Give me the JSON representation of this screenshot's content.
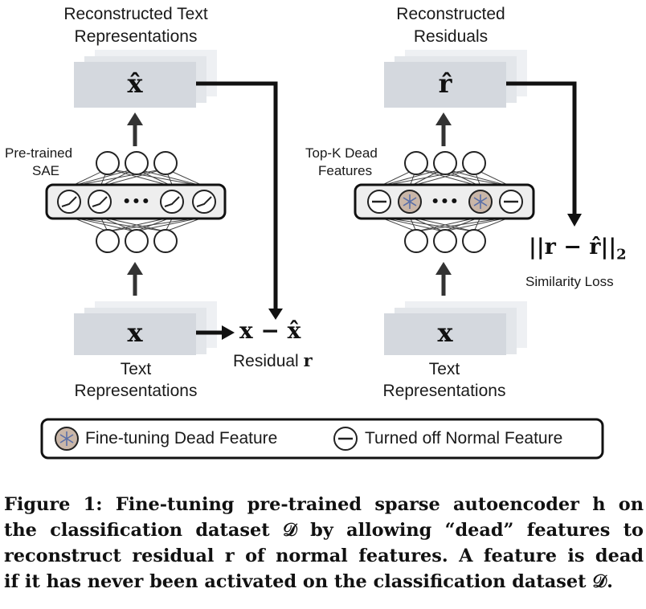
{
  "left_panel": {
    "top_label_line1": "Reconstructed Text",
    "top_label_line2": "Representations",
    "top_symbol": "x̂",
    "sae_label_line1": "Pre-trained",
    "sae_label_line2": "SAE",
    "bottom_symbol": "x",
    "bottom_label_line1": "Text",
    "bottom_label_line2": "Representations",
    "residual_expr": "x − x̂",
    "residual_label": "Residual",
    "residual_symbol": "r"
  },
  "right_panel": {
    "top_label_line1": "Reconstructed",
    "top_label_line2": "Residuals",
    "top_symbol": "r̂",
    "topk_label_line1": "Top-K Dead",
    "topk_label_line2": "Features",
    "bottom_symbol": "x",
    "bottom_label_line1": "Text",
    "bottom_label_line2": "Representations",
    "loss_expr": "||r − r̂||",
    "loss_subscript": "2",
    "loss_label": "Similarity Loss"
  },
  "ellipsis": "•••",
  "legend": {
    "dead_feature": "Fine-tuning Dead Feature",
    "turned_off": "Turned off Normal Feature"
  },
  "caption": {
    "line1": "Figure 1: Fine-tuning pre-trained sparse autoencoder h on",
    "line2": "the classification dataset 𝒟 by allowing “dead” features to",
    "line3": "reconstruct residual r of normal features. A feature is dead",
    "line4": "if it has never been activated on the classification dataset 𝒟."
  },
  "colors": {
    "box_front": "#d4d8de",
    "box_mid": "#e3e6ea",
    "box_back": "#eef0f3",
    "dead_fill": "#c9b6a8",
    "snowflake": "#5a6fa8",
    "line": "#111111",
    "panel_fill": "#eeeeee"
  }
}
